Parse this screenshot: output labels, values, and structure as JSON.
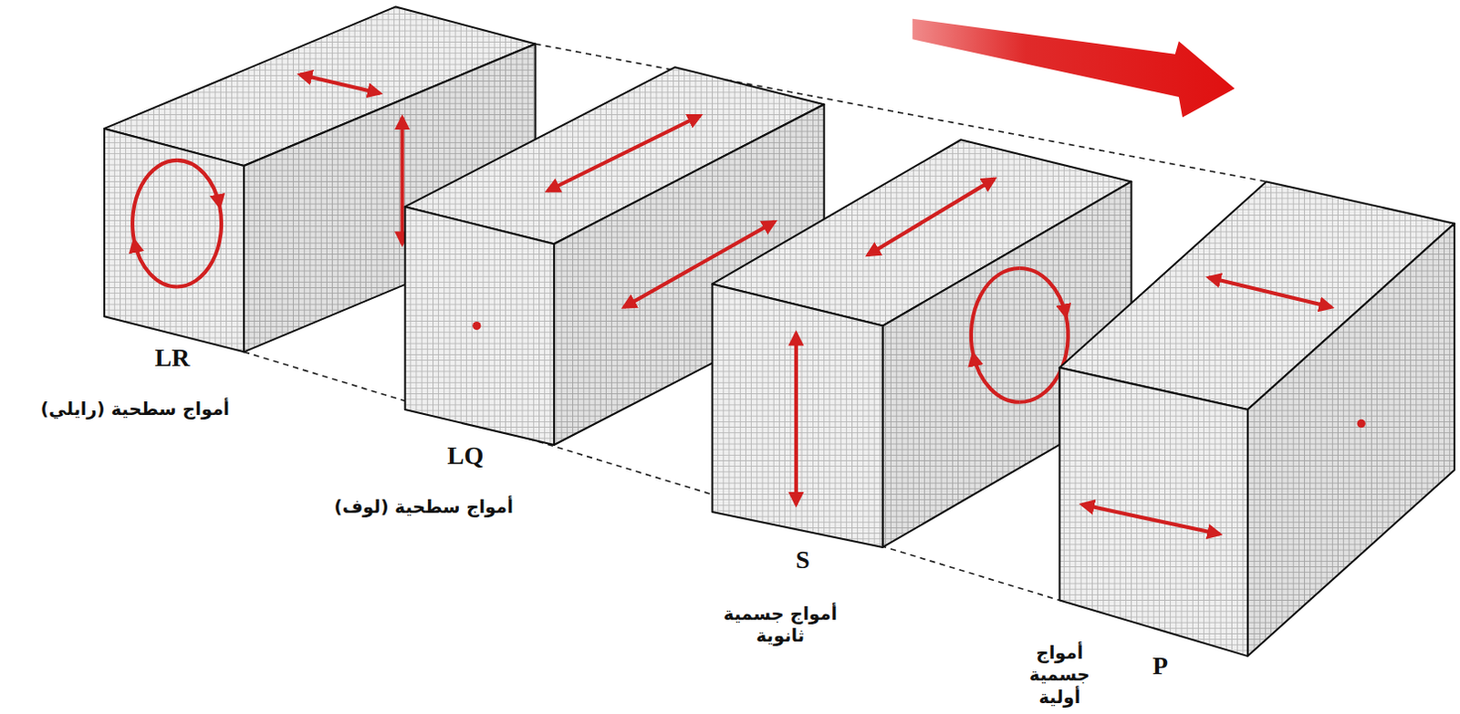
{
  "diagram": {
    "labels": [
      "LR",
      "أمواج سطحية (رايلي)",
      "LQ",
      "أمواج سطحية (لوف)",
      "S",
      "أمواج جسمية ثانوية",
      "P",
      "أمواج جسمية أولية"
    ]
  }
}
